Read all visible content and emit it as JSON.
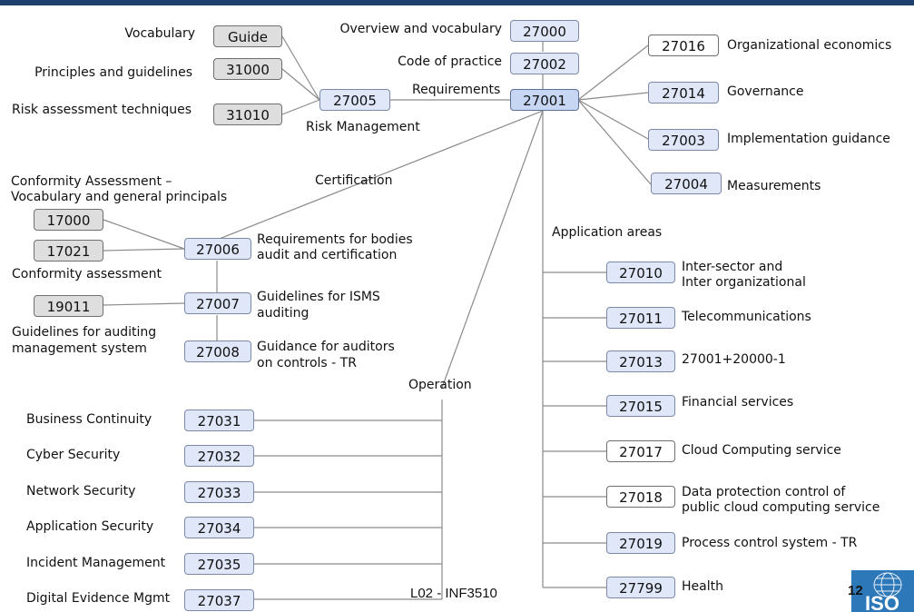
{
  "hub": "27001",
  "top": {
    "b27000": {
      "code": "27000",
      "label": "Overview and vocabulary"
    },
    "b27002": {
      "code": "27002",
      "label": "Code of practice"
    },
    "requirements_label": "Requirements"
  },
  "risk": {
    "guide": {
      "code": "Guide",
      "label": "Vocabulary"
    },
    "b31000": {
      "code": "31000",
      "label": "Principles and guidelines"
    },
    "b31010": {
      "code": "31010",
      "label": "Risk assessment techniques"
    },
    "b27005": {
      "code": "27005",
      "label": "Risk Management"
    }
  },
  "right": {
    "b27016": {
      "code": "27016",
      "label": "Organizational economics"
    },
    "b27014": {
      "code": "27014",
      "label": "Governance"
    },
    "b27003": {
      "code": "27003",
      "label": "Implementation guidance"
    },
    "b27004": {
      "code": "27004",
      "label": "Measurements"
    }
  },
  "certification": {
    "label": "Certification",
    "conformity_vocab": [
      "Conformity Assessment –",
      "Vocabulary and general principals"
    ],
    "b17000": {
      "code": "17000"
    },
    "b17021": {
      "code": "17021",
      "label": "Conformity assessment"
    },
    "b27006": {
      "code": "27006",
      "label": [
        "Requirements for bodies",
        "audit and certification"
      ]
    },
    "b19011": {
      "code": "19011",
      "label": [
        "Guidelines for auditing",
        "management system"
      ]
    },
    "b27007": {
      "code": "27007",
      "label": [
        "Guidelines for ISMS",
        "auditing"
      ]
    },
    "b27008": {
      "code": "27008",
      "label": [
        "Guidance for auditors",
        "on controls - TR"
      ]
    }
  },
  "operation": {
    "label": "Operation",
    "items": [
      {
        "code": "27031",
        "label": "Business Continuity"
      },
      {
        "code": "27032",
        "label": "Cyber Security"
      },
      {
        "code": "27033",
        "label": "Network Security"
      },
      {
        "code": "27034",
        "label": "Application Security"
      },
      {
        "code": "27035",
        "label": "Incident Management"
      },
      {
        "code": "27037",
        "label": "Digital Evidence Mgmt"
      }
    ]
  },
  "application": {
    "label": "Application areas",
    "items": [
      {
        "code": "27010",
        "label": [
          "Inter-sector and",
          "Inter organizational"
        ]
      },
      {
        "code": "27011",
        "label": [
          "Telecommunications"
        ]
      },
      {
        "code": "27013",
        "label": [
          "27001+20000-1"
        ]
      },
      {
        "code": "27015",
        "label": [
          "Financial services"
        ]
      },
      {
        "code": "27017",
        "label": [
          "Cloud Computing service"
        ]
      },
      {
        "code": "27018",
        "label": [
          "Data protection control of",
          "public cloud computing service"
        ]
      },
      {
        "code": "27019",
        "label": [
          "Process control system - TR"
        ]
      },
      {
        "code": "27799",
        "label": [
          "Health"
        ]
      }
    ]
  },
  "footer": "L02 - INF3510",
  "page_number": "12",
  "logo_text": "ISO",
  "colors": {
    "header_bar": "#1f3f6e",
    "line": "#8a8a8a",
    "blue_box": "#dfe7f8",
    "gray_box": "#dedede",
    "hub_box": "#c7d6f3",
    "logo_blue": "#2c78b8"
  }
}
